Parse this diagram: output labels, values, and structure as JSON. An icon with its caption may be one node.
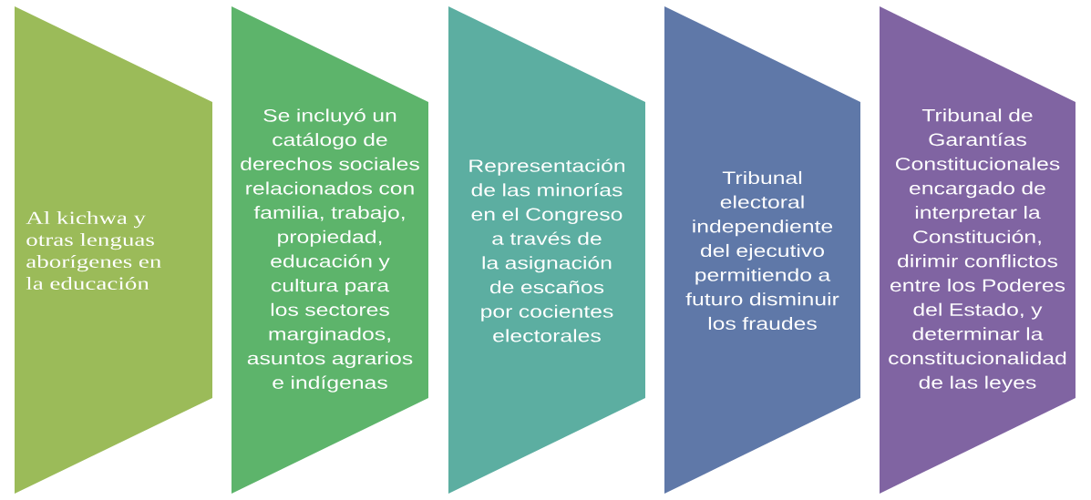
{
  "diagram": {
    "nodes": [
      {
        "text": [
          "Al kichwa y otras lenguas aborígenes en la educación"
        ]
      },
      {
        "text": [
          "Se incluyó un catálogo de derechos sociales relacionados con familia, trabajo, propiedad, educación y cultura para los sectores marginados, asuntos agrarios e indígenas"
        ]
      },
      {
        "text": [
          "Representación de las minorías en el Congreso a través de la asignación de escaños por cocientes electorales"
        ]
      },
      {
        "text": [
          "Tribunal electoral independiente del ejecutivo permitiendo a futuro disminuir los fraudes"
        ]
      },
      {
        "text": [
          "Tribunal de Garantías Constitucionales encargado de interpretar la Constitución, dirimir conflictos entre los Poderes del Estado, y determinar la constitucionalidad de las leyes"
        ]
      }
    ]
  }
}
